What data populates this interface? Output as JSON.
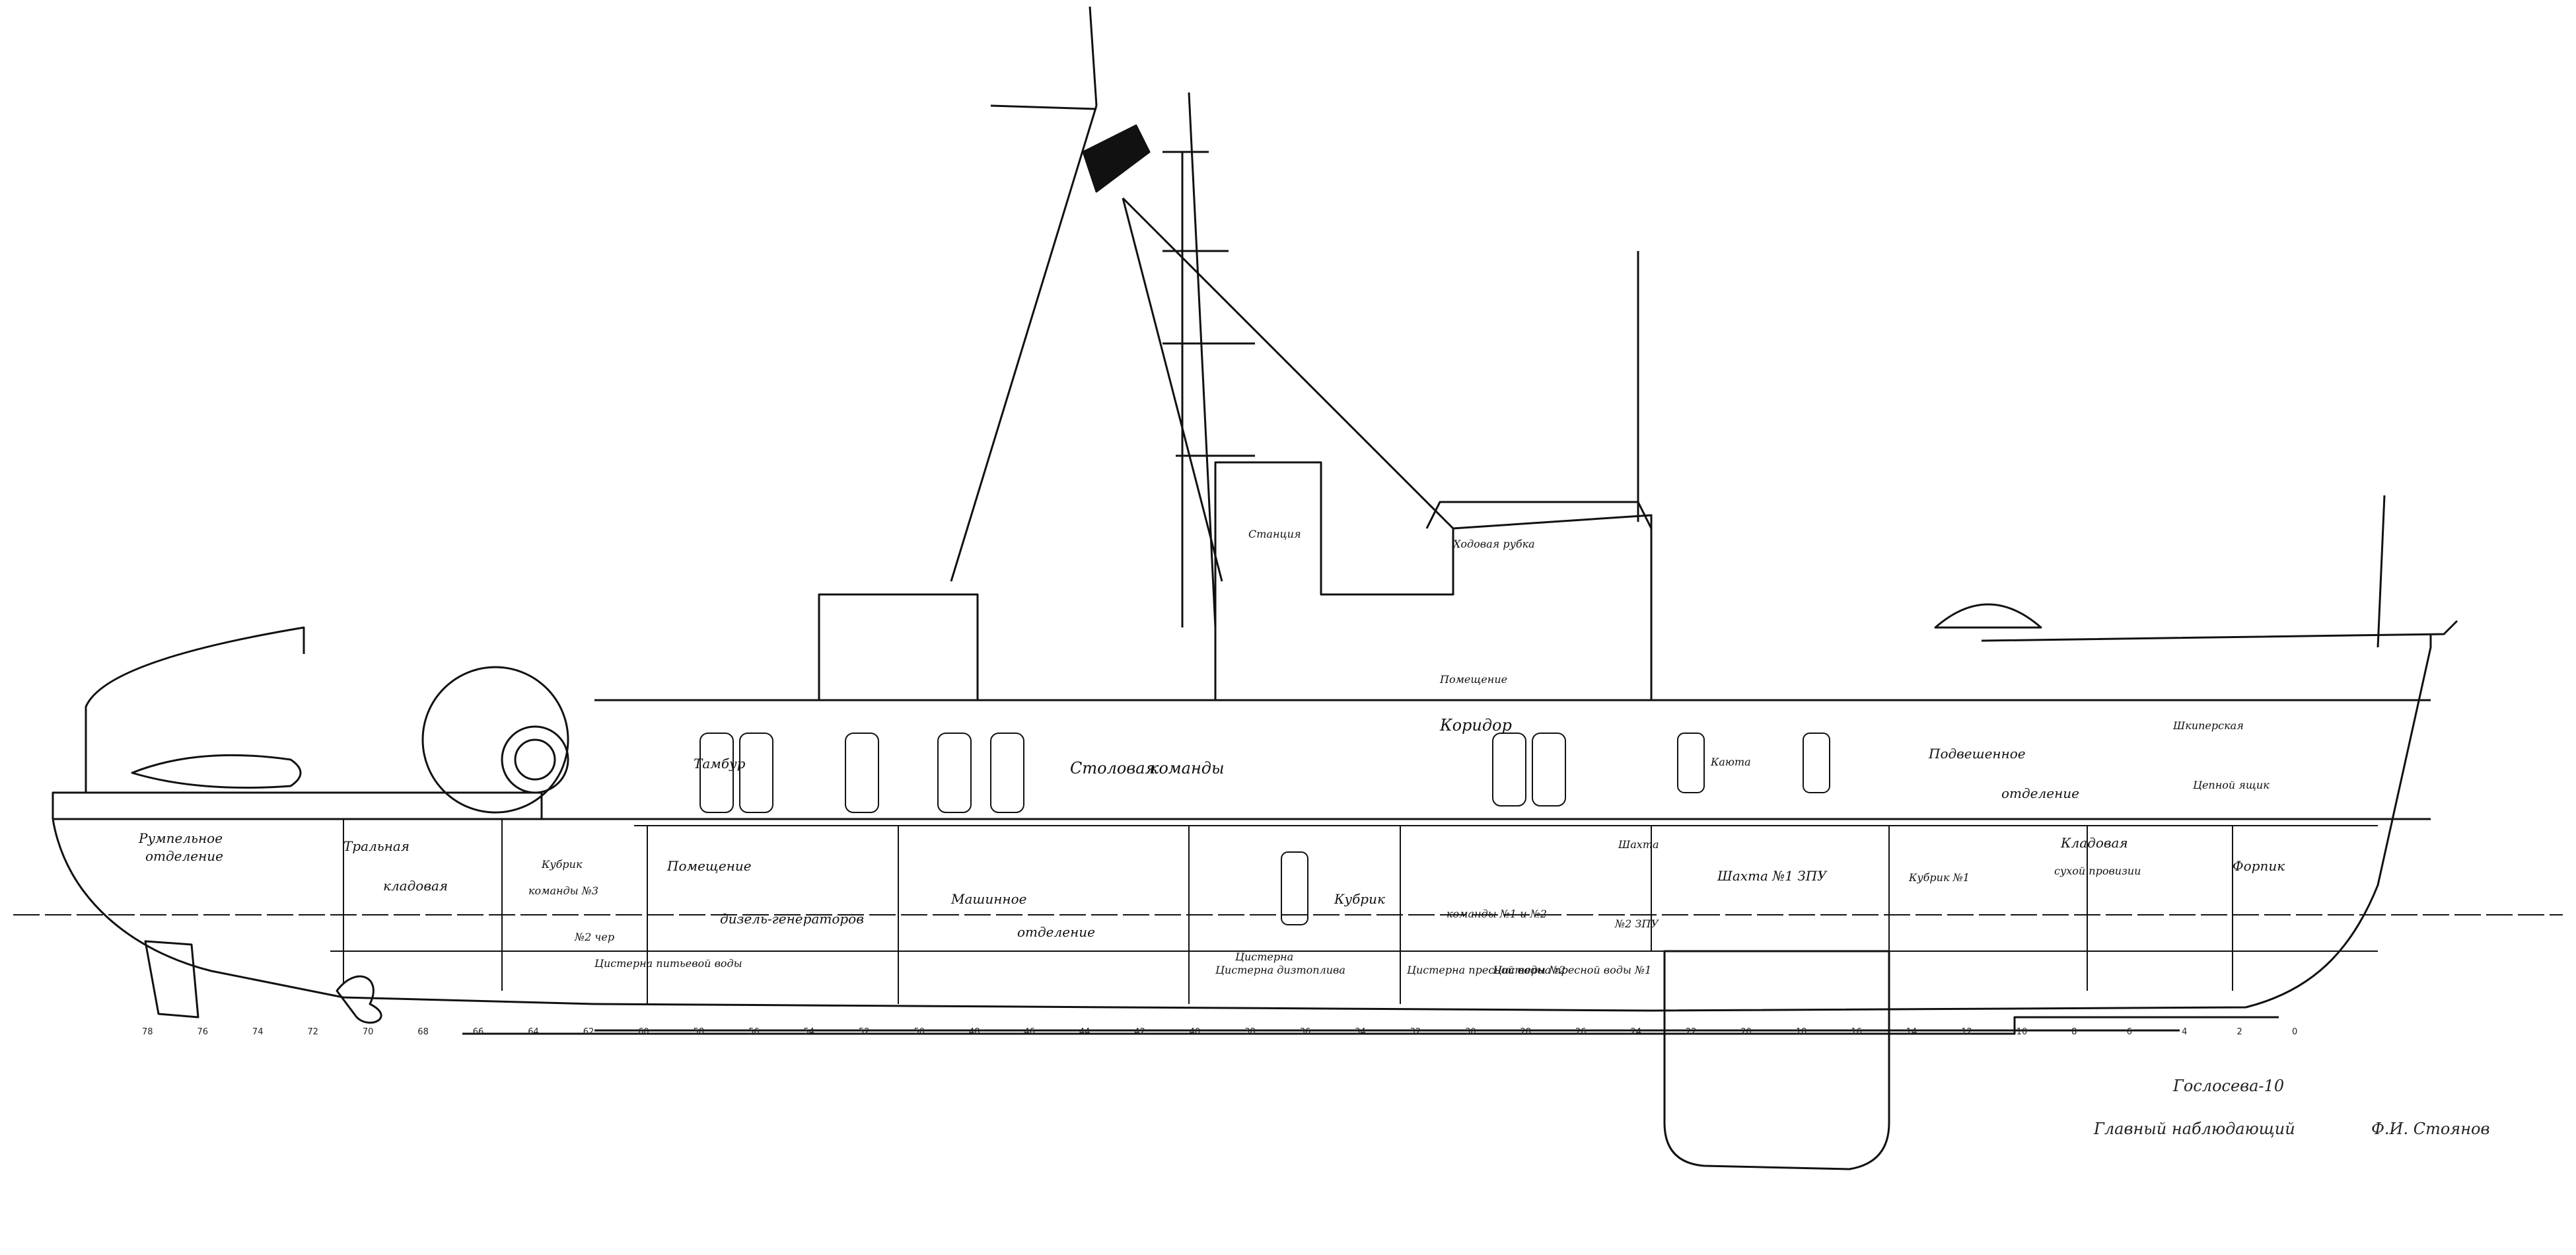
{
  "diagram": {
    "kind": "ship inboard profile drawing",
    "labels": {
      "rumpelnoe": "Румпельное",
      "otdelenie_aft": "отделение",
      "travlnaya": "Тральная",
      "kladovaya": "кладовая",
      "kubrik_aft": "Кубрик",
      "komandy_3": "команды №3",
      "n2_cher": "№2 чер",
      "cisterna_vody": "Цистерна питьевой воды",
      "pomeshchenie": "Помещение",
      "dizel_gen": "дизель-генераторов",
      "tambur": "Тамбур",
      "stolovaya": "Столовая",
      "komandy": "команды",
      "mashinnoe": "Машинное",
      "otdelenie_mid": "отделение",
      "cisterna_topliva": "Цистерна дизтоплива",
      "kubrik_mid": "Кубрик",
      "komandy_12": "команды №1 и №2",
      "cisterna_presnoy_2": "Цистерна пресной воды №2",
      "cisterna_presnoy_1": "Цистерна пресной воды №1",
      "koridor": "Коридор",
      "hodovaya_rubka": "Ходовая рубка",
      "stanciya": "Станция",
      "pomeshchenie_upper": "Помещение",
      "kayuta": "Каюта",
      "shahta_n1": "Шахта №1 ЗПУ",
      "shahta": "Шахта",
      "n2_zpu": "№2 ЗПУ",
      "kubrik_n1": "Кубрик №1",
      "podvesh": "Подвешенное",
      "otdelenie_fwd": "отделение",
      "kladovaya_fwd": "Кладовая",
      "suhoy_provizii": "сухой провизии",
      "shkiperskaya": "Шкиперская",
      "cepnoy_yashchik": "Цепной ящик",
      "forpik": "Форпик",
      "tsistern": "Цистерна"
    },
    "frame_numbers": [
      "78",
      "76",
      "74",
      "72",
      "70",
      "68",
      "66",
      "64",
      "62",
      "60",
      "58",
      "56",
      "54",
      "52",
      "50",
      "48",
      "46",
      "44",
      "42",
      "40",
      "38",
      "36",
      "34",
      "32",
      "30",
      "28",
      "26",
      "24",
      "22",
      "20",
      "18",
      "16",
      "14",
      "12",
      "10",
      "8",
      "6",
      "4",
      "2",
      "0"
    ],
    "signature": {
      "line1": "Гослосева-10",
      "line2": "Главный наблюдающий",
      "name": "Ф.И. Стоянов"
    }
  }
}
